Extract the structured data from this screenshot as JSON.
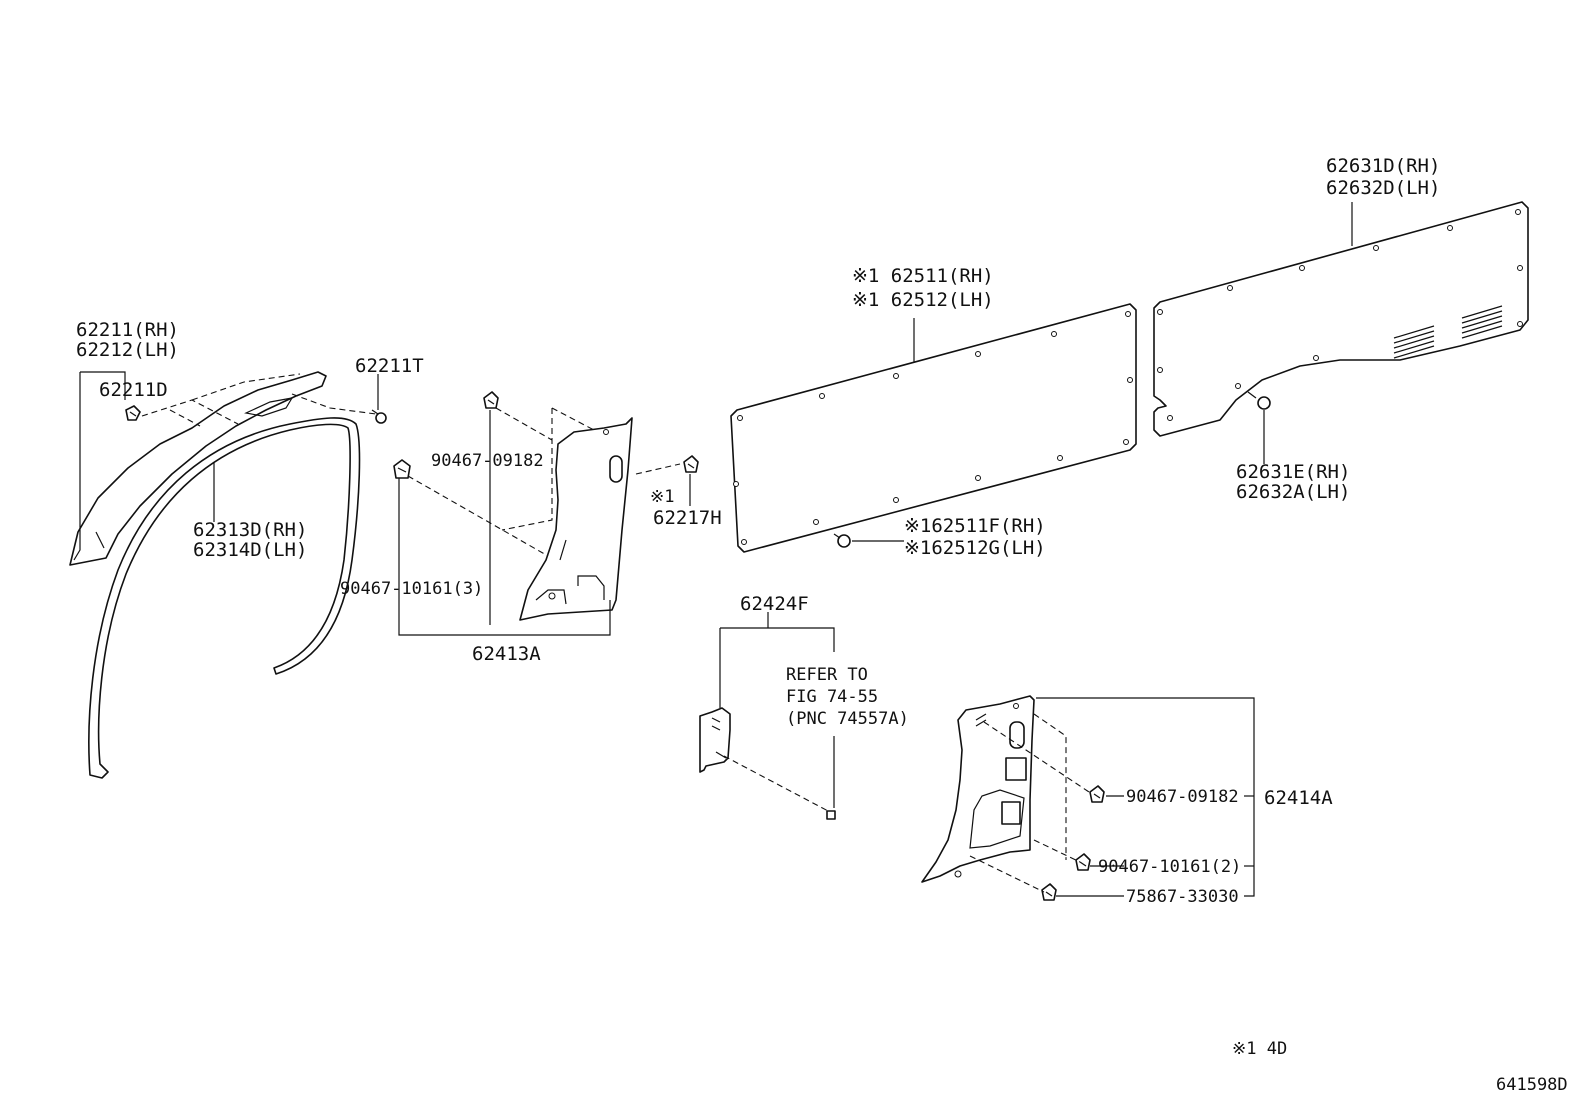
{
  "labels": {
    "p62211_rh": "62211(RH)",
    "p62212_lh": "62212(LH)",
    "p62211d": "62211D",
    "p62211t": "62211T",
    "p62313d_rh": "62313D(RH)",
    "p62314d_lh": "62314D(LH)",
    "p90467_09182_a": "90467-09182",
    "p90467_10161_3": "90467-10161(3)",
    "p62413a": "62413A",
    "mark_62217h": "※1",
    "p62217h": "62217H",
    "p62511_rh": "※1 62511(RH)",
    "p62512_lh": "※1 62512(LH)",
    "p62511f_rh": "※162511F(RH)",
    "p62512g_lh": "※162512G(LH)",
    "p62631d_rh": "62631D(RH)",
    "p62632d_lh": "62632D(LH)",
    "p62631e_rh": "62631E(RH)",
    "p62632a_lh": "62632A(LH)",
    "p62424f": "62424F",
    "refer_1": "REFER TO",
    "refer_2": "FIG 74-55",
    "refer_3": "(PNC 74557A)",
    "p90467_09182_b": "90467-09182",
    "p62414a": "62414A",
    "p90467_10161_2": "90467-10161(2)",
    "p75867_33030": "75867-33030",
    "footnote": "※1  4D",
    "figure_id": "641598D"
  }
}
